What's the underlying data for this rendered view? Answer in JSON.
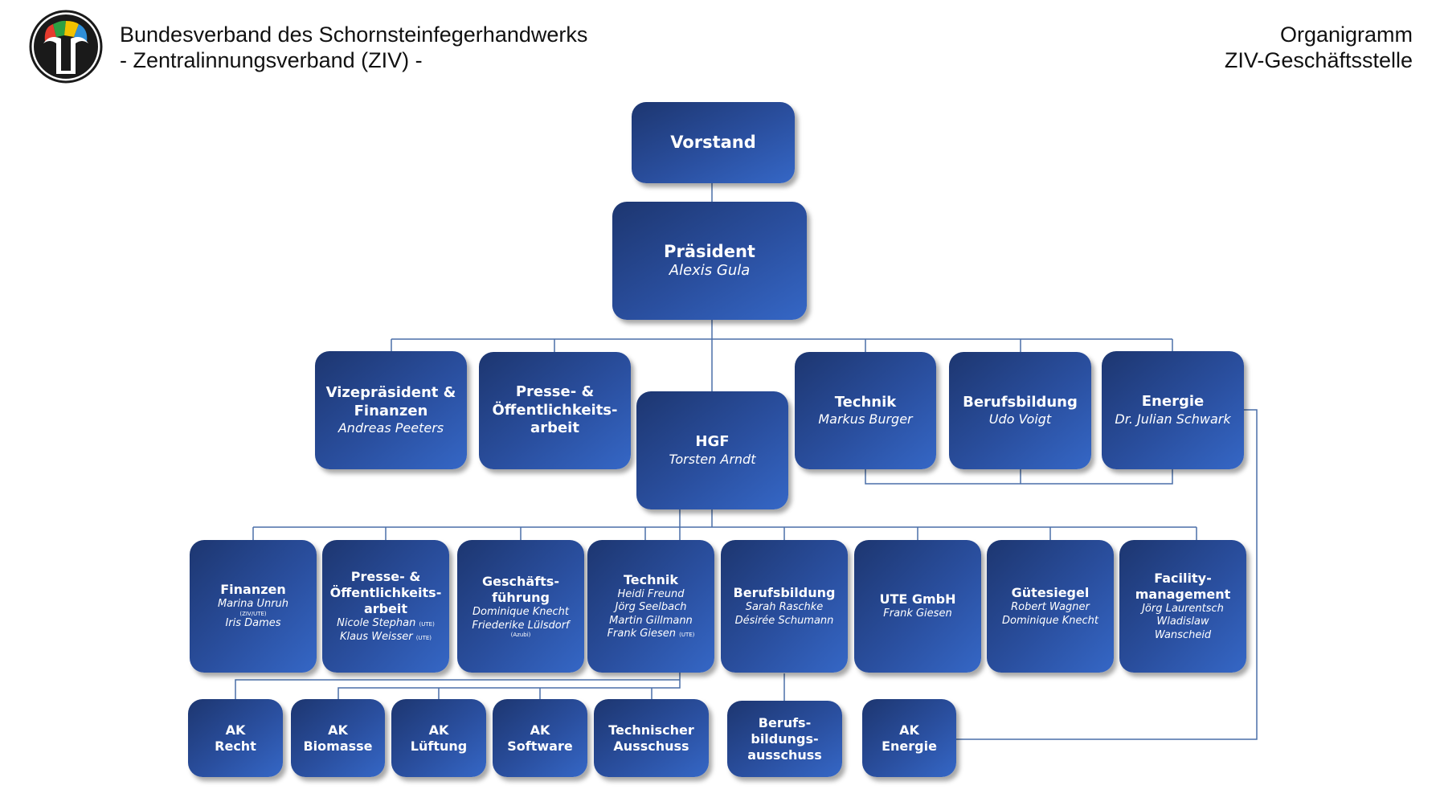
{
  "header": {
    "org_line1": "Bundesverband des Schornsteinfegerhandwerks",
    "org_line2": "- Zentralinnungsverband (ZIV) -",
    "doc_line1": "Organigramm",
    "doc_line2": "ZIV-Geschäftsstelle"
  },
  "colors": {
    "box_dark": "#1d3670",
    "box_light": "#3567c6",
    "line": "#4a6fa8",
    "logo_ring": "#1a1a1a"
  },
  "logo": {
    "icon": "chimney-sweep-guild-logo-icon"
  },
  "level1": {
    "vorstand": {
      "title": "Vorstand"
    },
    "praesident": {
      "title": "Präsident",
      "name": "Alexis Gula"
    }
  },
  "level2": {
    "vize": {
      "title1": "Vizepräsident  &",
      "title2": "Finanzen",
      "name": "Andreas Peeters"
    },
    "presse": {
      "title1": "Presse- &",
      "title2": "Öffentlichkeits-",
      "title3": "arbeit"
    },
    "hgf": {
      "title": "HGF",
      "name": "Torsten Arndt"
    },
    "technik": {
      "title": "Technik",
      "name": "Markus Burger"
    },
    "berufsbildung": {
      "title": "Berufsbildung",
      "name": "Udo Voigt"
    },
    "energie": {
      "title": "Energie",
      "name": "Dr. Julian Schwark"
    }
  },
  "level3": {
    "finanzen": {
      "title": "Finanzen",
      "name1": "Marina Unruh",
      "tag1": "(ZIV/UTE)",
      "name2": "Iris Dames"
    },
    "presse": {
      "title1": "Presse- &",
      "title2": "Öffentlichkeits-",
      "title3": "arbeit",
      "name1": "Nicole Stephan",
      "tag1": "(UTE)",
      "name2": "Klaus Weisser",
      "tag2": "(UTE)"
    },
    "gf": {
      "title1": "Geschäfts-",
      "title2": "führung",
      "name1": "Dominique Knecht",
      "name2": "Friederike Lülsdorf",
      "tag2": "(Azubi)"
    },
    "technik": {
      "title": "Technik",
      "name1": "Heidi Freund",
      "name2": "Jörg Seelbach",
      "name3": "Martin Gillmann",
      "name4": "Frank Giesen",
      "tag4": "(UTE)"
    },
    "berufsbildung": {
      "title": "Berufsbildung",
      "name1": "Sarah Raschke",
      "name2": "Désirée Schumann"
    },
    "ute": {
      "title": "UTE GmbH",
      "name": "Frank Giesen"
    },
    "guetesiegel": {
      "title": "Gütesiegel",
      "name1": "Robert Wagner",
      "name2": "Dominique Knecht"
    },
    "facility": {
      "title1": "Facility-",
      "title2": "management",
      "name1": "Jörg Laurentsch",
      "name2": "Wladislaw",
      "name3": "Wanscheid"
    }
  },
  "level4": {
    "ak_recht": {
      "line1": "AK",
      "line2": "Recht"
    },
    "ak_biomasse": {
      "line1": "AK",
      "line2": "Biomasse"
    },
    "ak_lueftung": {
      "line1": "AK",
      "line2": "Lüftung"
    },
    "ak_software": {
      "line1": "AK",
      "line2": "Software"
    },
    "tech_ausschuss": {
      "line1": "Technischer",
      "line2": "Ausschuss"
    },
    "bb_ausschuss": {
      "line1": "Berufs-",
      "line2": "bildungs-",
      "line3": "ausschuss"
    },
    "ak_energie": {
      "line1": "AK",
      "line2": "Energie"
    }
  }
}
